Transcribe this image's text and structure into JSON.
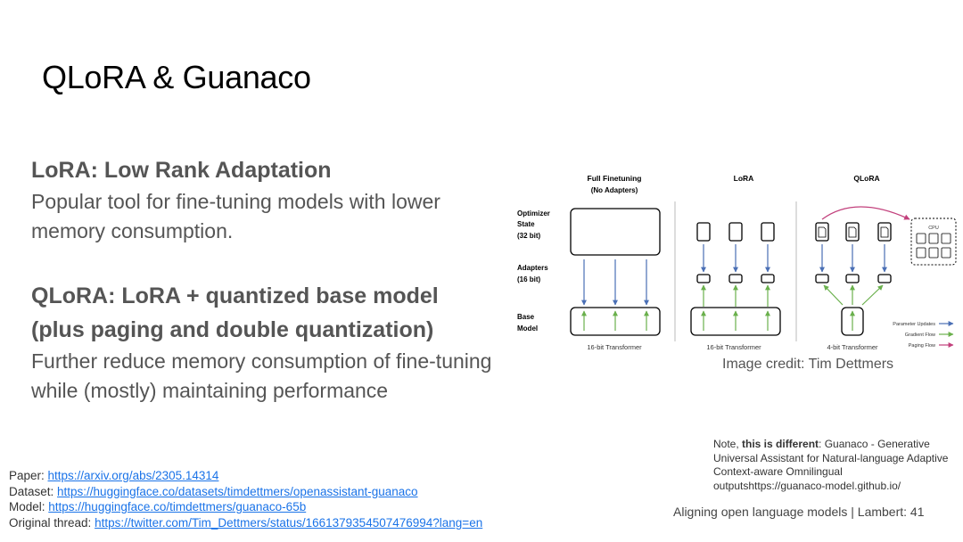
{
  "slide": {
    "title": "QLoRA & Guanaco",
    "lora_heading": "LoRA: Low Rank Adaptation",
    "lora_body": "Popular tool for fine-tuning models with lower memory consumption.",
    "qlora_heading": "QLoRA: LoRA + quantized base model (plus paging and double quantization)",
    "qlora_body": "Further reduce memory consumption of fine-tuning while (mostly) maintaining performance",
    "image_credit": "Image credit: Tim Dettmers",
    "footer": "Aligning open language models | Lambert: 41"
  },
  "note": {
    "prefix": "Note, ",
    "emphasis": "this is different",
    "rest": ": Guanaco - Generative Universal Assistant for Natural-language Adaptive Context-aware Omnilingual outputshttps://guanaco-model.github.io/"
  },
  "links": [
    {
      "label": "Paper: ",
      "url": "https://arxiv.org/abs/2305.14314"
    },
    {
      "label": "Dataset: ",
      "url": "https://huggingface.co/datasets/timdettmers/openassistant-guanaco"
    },
    {
      "label": "Model: ",
      "url": "https://huggingface.co/timdettmers/guanaco-65b"
    },
    {
      "label": "Original thread: ",
      "url": "https://twitter.com/Tim_Dettmers/status/1661379354507476994?lang=en"
    }
  ],
  "diagram": {
    "columns": {
      "full_line1": "Full Finetuning",
      "full_line2": "(No Adapters)",
      "lora": "LoRA",
      "qlora": "QLoRA"
    },
    "rows": {
      "optimizer_1": "Optimizer",
      "optimizer_2": "State",
      "optimizer_3": "(32 bit)",
      "adapters_1": "Adapters",
      "adapters_2": "(16 bit)",
      "base_1": "Base",
      "base_2": "Model"
    },
    "bottom_labels": {
      "full": "16-bit Transformer",
      "lora": "16-bit Transformer",
      "qlora": "4-bit Transformer"
    },
    "cpu_label": "CPU",
    "legend": [
      {
        "label": "Parameter Updates",
        "color": "#4a6fb5"
      },
      {
        "label": "Gradient Flow",
        "color": "#6ab04c"
      },
      {
        "label": "Paging Flow",
        "color": "#c2407c"
      }
    ]
  }
}
